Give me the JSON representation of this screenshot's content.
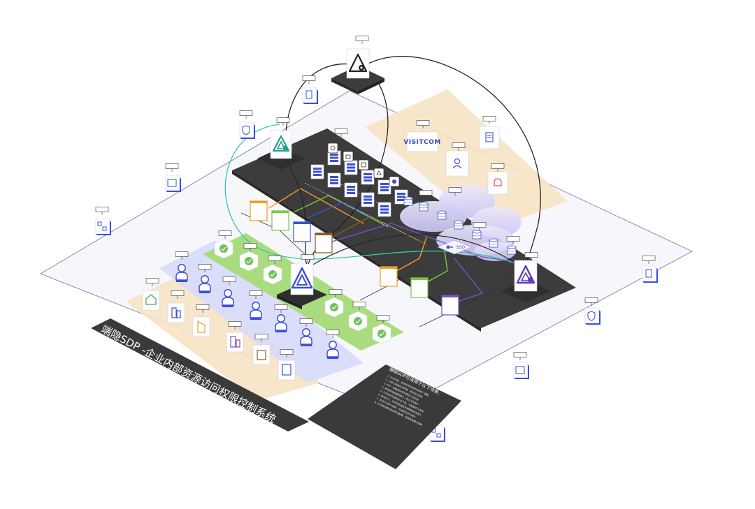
{
  "banner": {
    "title": "端隐SDP -企业内部资源访问权限控制系统"
  },
  "notes": {
    "title": "端隐SDP可适用于以下场景：",
    "lines": [
      "1. 企业内部、无论有无应用对外的统一管理",
      "2. 入网之前通过对终端、账号进行检查",
      "3. 对于一些敏感业务对指定人员开放",
      "4. 账号密码被盗等情况，防止不良用户",
      "5. 工作流对外提供企业产品，可能有多个应用",
      "6. 移动办公，允许在家通过外部网络安全接入",
      "7. 访问行为审计追踪，可追踪已发生事件",
      "8. 针对特定使用场景灵活配置，但是有依赖于结果"
    ]
  },
  "hub": {
    "sso_label": "SSO",
    "vendor_logo": "VISITCOM"
  },
  "colors": {
    "accent": "#3b4fd8",
    "platform_dark": "#3c3c3c",
    "zone_orange": "#f6e3c3",
    "zone_green": "#a9dc7f",
    "zone_blue": "#d9dcfb",
    "cloud": "#d6d2f7",
    "floor": "#f7f7fb",
    "arc_teal": "#38c6a8"
  }
}
